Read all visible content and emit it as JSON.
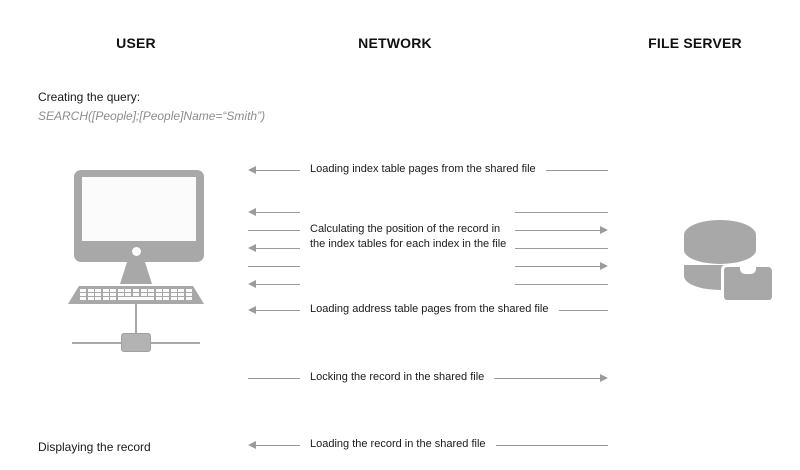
{
  "columns": {
    "user": "USER",
    "network": "NETWORK",
    "file_server": "FILE SERVER"
  },
  "query": {
    "title": "Creating the query:",
    "code": "SEARCH([People];[People]Name=“Smith”)"
  },
  "user_labels": {
    "displaying": "Displaying the record"
  },
  "messages": [
    {
      "id": "loading-index-tables",
      "text": "Loading index table pages from the shared file",
      "direction": "left"
    },
    {
      "id": "calculating-position",
      "text": "Calculating the position of the record in the index tables for each index in the file",
      "line1": "Calculating the position of the record in",
      "line2": "the index tables for each index in the file",
      "direction": "bidirectional"
    },
    {
      "id": "loading-address-tables",
      "text": "Loading address table pages from the shared file",
      "direction": "left"
    },
    {
      "id": "locking-record",
      "text": "Locking the record in the shared file",
      "direction": "right"
    },
    {
      "id": "loading-record",
      "text": "Loading the record in the shared file",
      "direction": "left"
    }
  ],
  "icons": {
    "computer": "desktop-computer-icon",
    "network_box": "network-adapter-icon",
    "file_server": "database-folder-icon"
  },
  "colors": {
    "background": "#ffffff",
    "text": "#1a1a1a",
    "muted_text": "#8d8d8d",
    "line": "#9b9b9b",
    "illustration": "#a8a8a8"
  }
}
